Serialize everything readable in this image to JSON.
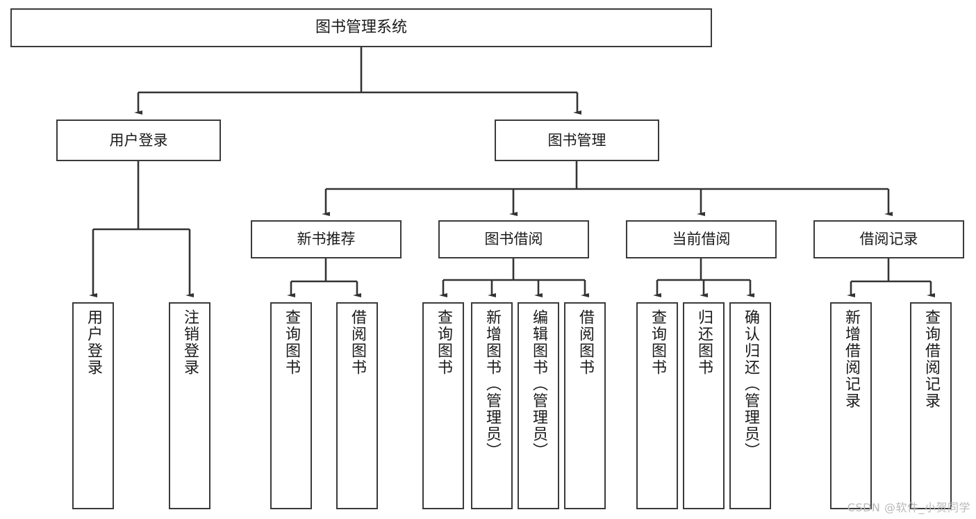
{
  "diagram": {
    "title": "图书管理系统",
    "type": "hierarchy-tree",
    "watermark": "CSDN @软件_小贺同学",
    "colors": {
      "background": "#ffffff",
      "box_border": "#3a3a3a",
      "box_fill": "#ffffff",
      "connector": "#333333",
      "text": "#1a1a1a",
      "watermark": "#b9b9b9"
    },
    "nodes": {
      "root": {
        "label": "图书管理系统"
      },
      "level1": [
        {
          "label": "用户登录"
        },
        {
          "label": "图书管理"
        }
      ],
      "level2": [
        {
          "label": "新书推荐"
        },
        {
          "label": "图书借阅"
        },
        {
          "label": "当前借阅"
        },
        {
          "label": "借阅记录"
        }
      ],
      "leaves": {
        "user_login": [
          {
            "label": "用户登录"
          },
          {
            "label": "注销登录"
          }
        ],
        "new_book_recommend": [
          {
            "label": "查询图书"
          },
          {
            "label": "借阅图书"
          }
        ],
        "book_borrow": [
          {
            "label": "查询图书"
          },
          {
            "label": "新增图书（管理员）"
          },
          {
            "label": "编辑图书（管理员）"
          },
          {
            "label": "借阅图书"
          }
        ],
        "current_borrow": [
          {
            "label": "查询图书"
          },
          {
            "label": "归还图书"
          },
          {
            "label": "确认归还（管理员）"
          }
        ],
        "borrow_records": [
          {
            "label": "新增借阅记录"
          },
          {
            "label": "查询借阅记录"
          }
        ]
      }
    }
  }
}
